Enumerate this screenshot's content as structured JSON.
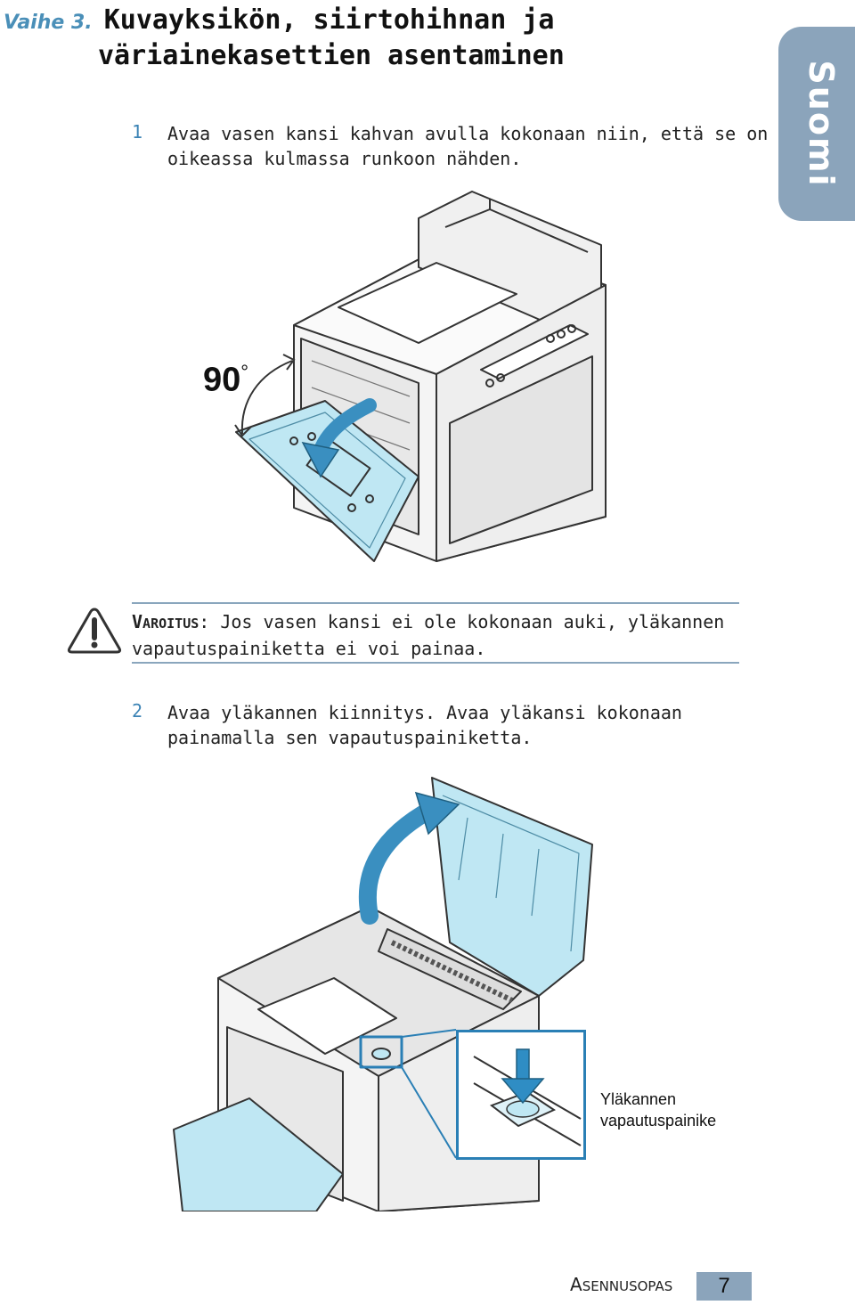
{
  "header": {
    "step_label": "Vaihe 3.",
    "title_line1": "Kuvayksikön, siirtohihnan ja",
    "title_line2": "väriainekasettien asentaminen"
  },
  "side_tab": {
    "label": "Suomi",
    "color": "#8ba4bb"
  },
  "steps": [
    {
      "number": "1",
      "line1": "Avaa vasen kansi kahvan avulla kokonaan niin, että se on",
      "line2": "oikeassa kulmassa runkoon nähden."
    },
    {
      "number": "2",
      "line1": "Avaa yläkannen kiinnitys. Avaa yläkansi kokonaan",
      "line2": "painamalla sen vapautuspainiketta."
    }
  ],
  "figure1": {
    "angle_label": "90",
    "degree_mark": "°"
  },
  "warning": {
    "head_cap": "V",
    "head_rest": "AROITUS",
    "colon": ":",
    "line1": " Jos vasen kansi ei ole kokonaan auki, yläkannen",
    "line2": "vapautuspainiketta ei voi painaa.",
    "icon": "warning-triangle-icon"
  },
  "figure2": {
    "callout_line1": "Yläkannen",
    "callout_line2": "vapautuspainike"
  },
  "footer": {
    "label_cap": "A",
    "label_rest": "SENNUSOPAS",
    "page_number": "7"
  },
  "colors": {
    "accent": "#3b83b5",
    "tab": "#8ba4bb",
    "cyan_part": "#bfe7f3"
  }
}
